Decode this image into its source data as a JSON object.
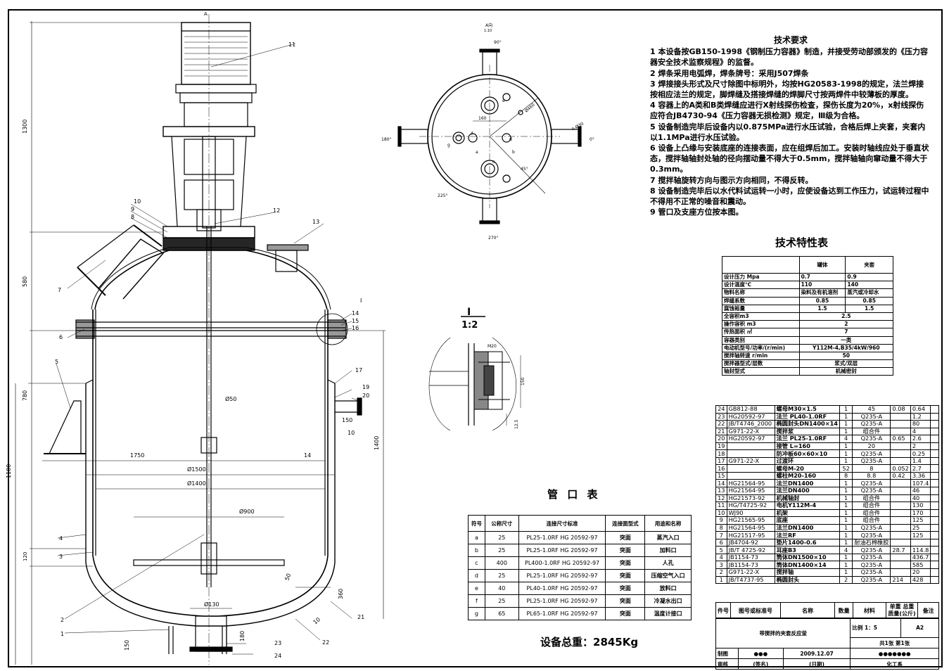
{
  "tech_req": {
    "title": "技术要求",
    "lines": [
      "1 本设备按GB150-1998《钢制压力容器》制造，并接受劳动部颁发的《压力容器安全技术监察规程》的监督。",
      "2 焊条采用电弧焊，焊条牌号：采用J507焊条",
      "3 焊接接头形式及尺寸除图中标明外，均按HG20583-1998的规定，法兰焊接按相应法兰的规定，脚焊缝及搭接焊缝的焊脚尺寸按两焊件中较薄板的厚度。",
      "4 容器上的A类和B类焊缝应进行X射线探伤检查，探伤长度为20%，x射线探伤应符合JB4730-94《压力容器无损检测》规定，Ⅲ级为合格。",
      "5 设备制造完毕后设备内以0.875MPa进行水压试验，合格后焊上夹套，夹套内以1.1MPa进行水压试验。",
      "6 设备上凸缘与安装底座的连接表面，应在组焊后加工。安装时轴线应处于垂直状态，搅拌轴轴封处轴的径向摆动量不得大于0.5mm，搅拌轴轴向窜动量不得大于0.3mm。",
      "7 搅拌轴旋转方向与图示方向相同，不得反转。",
      "8 设备制造完毕后以水代料试运转一小时，应使设备达到工作压力，试运转过程中不得用不正常的噪音和震动。",
      "9 管口及支座方位按本图。"
    ]
  },
  "spec_table": {
    "title": "技术特性表",
    "header": [
      "",
      "罐体",
      "夹套"
    ],
    "rows2": [
      [
        "设计压力 Mpa",
        "0.7",
        "0.9"
      ],
      [
        "设计温度℃",
        "110",
        "140"
      ],
      [
        "物料名称",
        "染料及有机溶剂",
        "蒸汽或冷却水"
      ],
      [
        "焊缝系数",
        "0.85",
        "0.85"
      ],
      [
        "腐蚀裕量",
        "1.5",
        "1.5"
      ]
    ],
    "rows1": [
      [
        "全容积m3",
        "2.5"
      ],
      [
        "操作容积 m3",
        "2"
      ],
      [
        "传热面积 ㎡",
        "7"
      ],
      [
        "容器类别",
        "一类"
      ],
      [
        "电动机型号/功率/(r/min)",
        "Y112M-4,B35/4kW/960"
      ],
      [
        "搅拌轴转速 r/min",
        "50"
      ],
      [
        "搅拌器型式/层数",
        "浆式/双层"
      ],
      [
        "轴封型式",
        "机械密封"
      ]
    ]
  },
  "nozzle_table": {
    "title": "管 口 表",
    "header": [
      "符号",
      "公称尺寸",
      "连接尺寸标准",
      "连接面型式",
      "用途和名称"
    ],
    "rows": [
      [
        "a",
        "25",
        "PL25-1.0RF HG 20592-97",
        "突面",
        "蒸汽入口"
      ],
      [
        "b",
        "25",
        "PL25-1.0RF HG 20592-97",
        "突面",
        "加料口"
      ],
      [
        "c",
        "400",
        "PL400-1.0RF HG 20592-97",
        "突面",
        "人孔"
      ],
      [
        "d",
        "25",
        "PL25-1.0RF HG 20592-97",
        "突面",
        "压缩空气入口"
      ],
      [
        "e",
        "40",
        "PL40-1.0RF HG 20592-97",
        "突面",
        "放料口"
      ],
      [
        "f",
        "25",
        "PL25-1.0RF HG 20592-97",
        "突面",
        "冷凝水出口"
      ],
      [
        "g",
        "65",
        "PL65-1.0RF HG 20592-97",
        "突面",
        "温度计接口"
      ]
    ]
  },
  "total_weight": "设备总重：2845Kg",
  "detail": {
    "label": "I",
    "scale": "1:2",
    "dims": [
      "M20",
      "150",
      "12.5"
    ]
  },
  "top_view": {
    "label": "A向",
    "scale": "1:10",
    "angles": [
      "90°",
      "0°",
      "180°",
      "270°",
      "225°"
    ],
    "letters": [
      "a",
      "b",
      "c",
      "d",
      "e",
      "f",
      "g"
    ],
    "dims": [
      "160",
      "Ø460",
      "45°",
      "4-Ø30"
    ]
  },
  "bom": {
    "header": [
      "件号",
      "图号或标准号",
      "名称",
      "数量",
      "材料",
      "单重",
      "总重",
      "质量(公斤)",
      "备注"
    ],
    "rows": [
      [
        "24",
        "GB812-88",
        "螺母M30×1.5",
        "1",
        "45",
        "0.08",
        "0.64"
      ],
      [
        "23",
        "HG20592-97",
        "法兰 PL40-1.0RF",
        "1",
        "Q235-A",
        "",
        "1.2"
      ],
      [
        "22",
        "JB/T4746_2000",
        "椭圆封头DN1400×14",
        "1",
        "Q235-A",
        "",
        "80"
      ],
      [
        "21",
        "G971-22-X",
        "搅拌浆",
        "1",
        "组合件",
        "",
        "4"
      ],
      [
        "20",
        "HG20592-97",
        "法兰 PL25-1.0RF",
        "4",
        "Q235-A",
        "0.65",
        "2.6"
      ],
      [
        "19",
        "",
        "接管 L=160",
        "1",
        "20",
        "",
        "2"
      ],
      [
        "18",
        "",
        "防冲板60×60×10",
        "1",
        "Q235-A",
        "",
        "0.25"
      ],
      [
        "17",
        "G971-22-X",
        "过渡环",
        "1",
        "Q235-A",
        "",
        "1.4"
      ],
      [
        "16",
        "",
        "螺母M-20",
        "52",
        "8",
        "0.052",
        "2.7"
      ],
      [
        "15",
        "",
        "螺柱M20-160",
        "8",
        "8.8",
        "0.42",
        "3.36"
      ],
      [
        "14",
        "HG21564-95",
        "法兰DN1400",
        "1",
        "Q235-A",
        "",
        "107.4"
      ],
      [
        "13",
        "HG21564-95",
        "法兰DN400",
        "1",
        "Q235-A",
        "",
        "46"
      ],
      [
        "12",
        "HG21573-92",
        "机械轴封",
        "1",
        "组合件",
        "",
        "40"
      ],
      [
        "11",
        "HG/T4725-92",
        "电机Y112M-4",
        "1",
        "组合件",
        "",
        "130"
      ],
      [
        "10",
        "WJ90",
        "机架",
        "1",
        "组合件",
        "",
        "170"
      ],
      [
        "9",
        "HG21565-95",
        "底座",
        "1",
        "组合件",
        "",
        "125"
      ],
      [
        "8",
        "HG21564-95",
        "法兰DN1400",
        "1",
        "Q235-A",
        "",
        "25"
      ],
      [
        "7",
        "HG21517-95",
        "法兰RF",
        "1",
        "Q235-A",
        "",
        "125"
      ],
      [
        "6",
        "JB4704-92",
        "垫片1400-0.6",
        "1",
        "耐油石棉橡胶",
        "",
        ""
      ],
      [
        "5",
        "JB/T 4725-92",
        "耳座B3",
        "4",
        "Q235-A",
        "28.7",
        "114.8"
      ],
      [
        "4",
        "JB1154-73",
        "筒体DN1500×10",
        "1",
        "Q235-A",
        "",
        "436.7"
      ],
      [
        "3",
        "JB1154-73",
        "筒体DN1400×14",
        "1",
        "Q235-A",
        "",
        "585"
      ],
      [
        "2",
        "G971-22-X",
        "搅拌轴",
        "1",
        "Q235-A",
        "",
        "20"
      ],
      [
        "1",
        "JB/T4737-95",
        "椭圆封头",
        "2",
        "Q235-A",
        "214",
        "428"
      ]
    ]
  },
  "title_block": {
    "name": "带搅拌的夹套反应釜",
    "scale": "比例 1：5",
    "size": "A2",
    "sheets": "共1张 第1张",
    "drawn_label": "制图",
    "drawn_by": "●●●",
    "date": "2009.12.07",
    "org": "●●●●●●●",
    "check_label": "审核",
    "sign": "(签名)",
    "date_label": "(日期)",
    "dept": "化工系"
  },
  "main_view": {
    "dims": [
      "1300",
      "580",
      "780",
      "1100",
      "1400",
      "120",
      "1750",
      "Ø50",
      "Ø1500",
      "Ø1400",
      "Ø900",
      "Ø130",
      "150",
      "10",
      "14",
      "150",
      "180",
      "360",
      "50",
      "10",
      "24",
      "23",
      "A"
    ],
    "callouts": [
      "1",
      "2",
      "3",
      "4",
      "5",
      "6",
      "7",
      "8",
      "9",
      "10",
      "11",
      "12",
      "13",
      "14",
      "15",
      "16",
      "17",
      "19",
      "20",
      "21",
      "22",
      "23",
      "24",
      "I"
    ]
  }
}
